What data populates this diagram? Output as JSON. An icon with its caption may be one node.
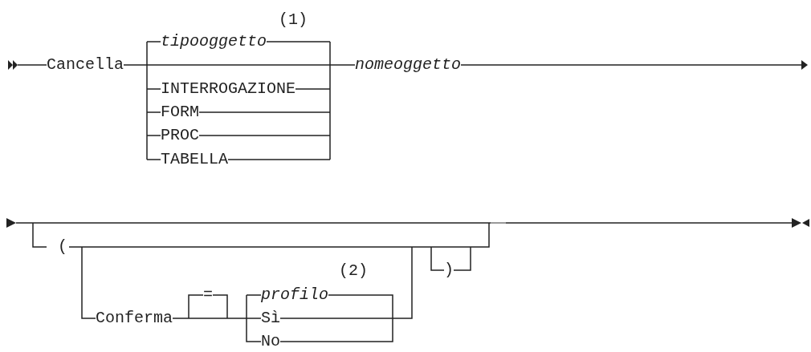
{
  "diagram": {
    "labels": [
      "(1)",
      "Cancella",
      "tipooggetto",
      "nomeoggetto",
      "INTERROGAZIONE",
      "FORM",
      "PROC",
      "TABELLA",
      "(",
      ")",
      "(2)",
      "=",
      "profilo",
      "Conferma",
      "Sì",
      "No"
    ]
  }
}
